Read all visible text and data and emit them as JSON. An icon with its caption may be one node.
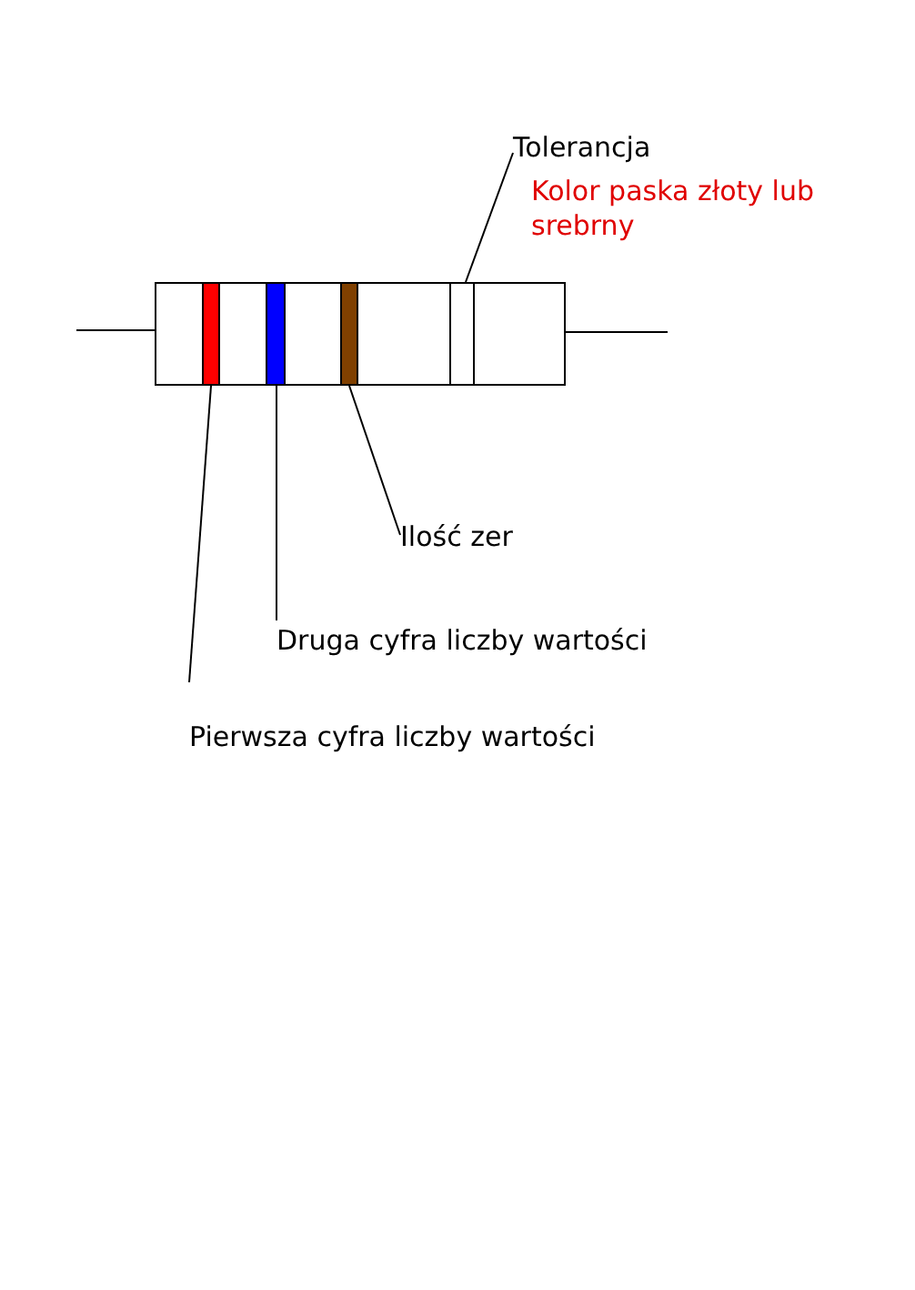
{
  "diagram": {
    "nodes": [
      {
        "text": [],
        "shape": "box"
      },
      {
        "text": [],
        "shape": "bar",
        "in": 0
      },
      {
        "text": [],
        "shape": "bar",
        "in": 0
      },
      {
        "text": [],
        "shape": "bar",
        "in": 0
      },
      {
        "text": [],
        "shape": "bar",
        "in": 0
      },
      {
        "text": [
          "Tolerancja"
        ]
      },
      {
        "text": [
          "Ilość zer"
        ]
      },
      {
        "text": [
          "Druga cyfra liczby wartości"
        ]
      },
      {
        "text": [
          "Pierwsza cyfra liczby wartości"
        ]
      }
    ],
    "edges": [
      {
        "from": 5,
        "to": 4,
        "arrow": "none"
      },
      {
        "from": 6,
        "to": 3,
        "arrow": "none"
      },
      {
        "from": 7,
        "to": 2,
        "arrow": "none"
      },
      {
        "from": 8,
        "to": 1,
        "arrow": "none"
      }
    ],
    "labels": [
      "Kolor paska złoty lub srebrny"
    ]
  }
}
